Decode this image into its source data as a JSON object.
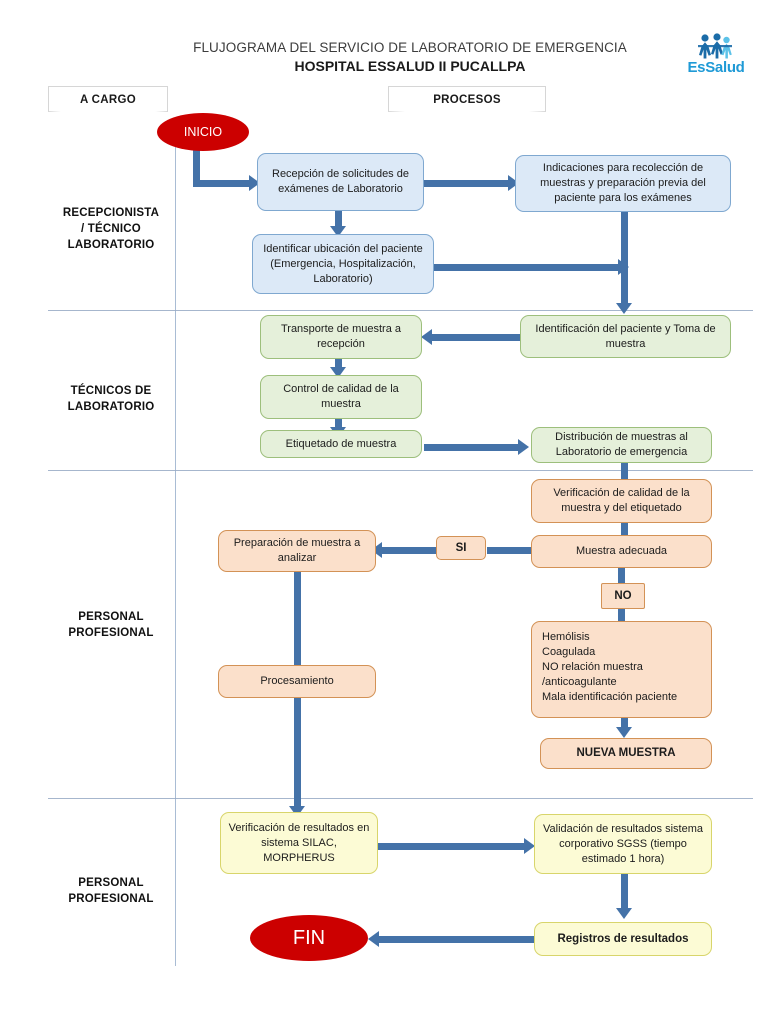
{
  "header": {
    "title_line1": "FLUJOGRAMA DEL SERVICIO DE LABORATORIO DE EMERGENCIA",
    "title_line2": "HOSPITAL ESSALUD II PUCALLPA",
    "logo_text": "EsSalud",
    "logo_color": "#1f9ad6"
  },
  "columns": {
    "left_header": "A CARGO",
    "right_header": "PROCESOS"
  },
  "lanes": [
    {
      "id": "lane-recepcionista",
      "label": "RECEPCIONISTA\n/ TÉCNICO\nLABORATORIO",
      "lines": [
        "RECEPCIONISTA",
        "/ TÉCNICO",
        "LABORATORIO"
      ]
    },
    {
      "id": "lane-tecnicos",
      "label": "TÉCNICOS DE LABORATORIO",
      "lines": [
        "TÉCNICOS DE",
        "LABORATORIO"
      ]
    },
    {
      "id": "lane-profesional-1",
      "label": "PERSONAL PROFESIONAL",
      "lines": [
        "PERSONAL",
        "PROFESIONAL"
      ]
    },
    {
      "id": "lane-profesional-2",
      "label": "PERSONAL PROFESIONAL",
      "lines": [
        "PERSONAL",
        "PROFESIONAL"
      ]
    }
  ],
  "terminators": {
    "start": "INICIO",
    "end": "FIN"
  },
  "nodes": {
    "recepcion_solicitudes": "Recepción de solicitudes de exámenes de Laboratorio",
    "indicaciones": "Indicaciones para recolección de muestras y preparación previa del paciente para los exámenes",
    "identificar_ubicacion": "Identificar ubicación del paciente (Emergencia, Hospitalización, Laboratorio)",
    "identificacion_toma": "Identificación del paciente y Toma de muestra",
    "transporte": "Transporte de muestra a recepción",
    "control_calidad": "Control de calidad de la muestra",
    "etiquetado": "Etiquetado de muestra",
    "distribucion": "Distribución de muestras al Laboratorio de emergencia",
    "verificacion_calidad": "Verificación de calidad de la muestra y del etiquetado",
    "muestra_adecuada": "Muestra adecuada",
    "preparacion": "Preparación de muestra a analizar",
    "rechazo_causas": "Hemólisis\nCoagulada\nNO relación muestra\n/anticoagulante\nMala identificación paciente",
    "rechazo_causas_lines": [
      "Hemólisis",
      "Coagulada",
      "NO relación muestra",
      "/anticoagulante",
      "Mala identificación paciente"
    ],
    "nueva_muestra": "NUEVA MUESTRA",
    "procesamiento": "Procesamiento",
    "verificacion_resultados": "Verificación de resultados en sistema SILAC, MORPHERUS",
    "validacion_resultados": "Validación de resultados sistema corporativo SGSS (tiempo estimado 1 hora)",
    "registros_resultados": "Registros de resultados"
  },
  "decisions": {
    "si": "SI",
    "no": "NO"
  },
  "colors": {
    "blue_fill": "#dce9f7",
    "blue_stroke": "#7fa8d0",
    "green_fill": "#e5f0da",
    "green_stroke": "#9dbf7c",
    "orange_fill": "#fbe0cb",
    "orange_stroke": "#d39256",
    "yellow_fill": "#fcfbd5",
    "yellow_stroke": "#d8d56b",
    "connector": "#4472a8",
    "terminator": "#cc0000"
  }
}
